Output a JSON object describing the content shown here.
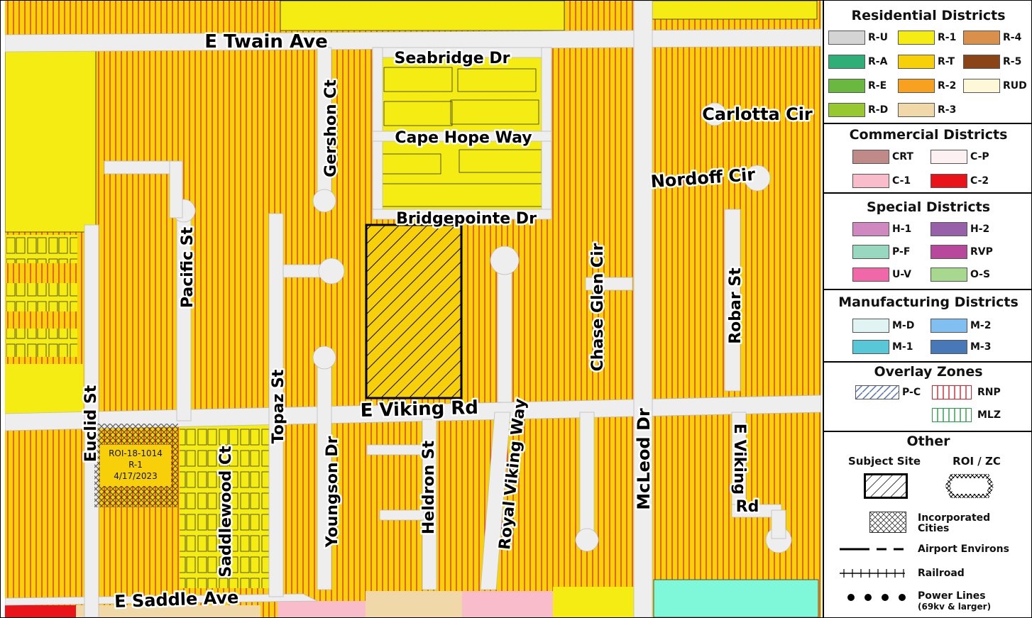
{
  "colors": {
    "rt": "#f8d00a",
    "r1": "#f4ec12",
    "rnp_line": "#d8202a",
    "road": "#eeeeee",
    "road_edge": "#bdbdbd",
    "c1": "#f8bccb",
    "r3": "#f0d8a8",
    "c2": "#e8141a",
    "om": "#7ef8d8"
  },
  "roads": {
    "e_twain": "E Twain Ave",
    "seabridge": "Seabridge Dr",
    "cape_hope": "Cape Hope Way",
    "bridgepointe": "Bridgepointe Dr",
    "gershon": "Gershon Ct",
    "pacific": "Pacific St",
    "euclid": "Euclid St",
    "topaz": "Topaz St",
    "saddlewood": "Saddlewood Ct",
    "youngson": "Youngson Dr",
    "heldron": "Heldron St",
    "royal_viking": "Royal Viking Way",
    "e_viking": "E Viking Rd",
    "chase_glen": "Chase Glen Cir",
    "mcleod": "McLeod Dr",
    "robar": "Robar St",
    "e_viking_east_1": "E Viking",
    "e_viking_east_2": "Rd",
    "carlotta": "Carlotta Cir",
    "nordoff": "Nordoff Cir",
    "e_saddle": "E Saddle Ave"
  },
  "roi": {
    "line1": "ROI-18-1014",
    "line2": "R-1",
    "line3": "4/17/2023"
  },
  "legend": {
    "residential": {
      "title": "Residential Districts",
      "items": [
        {
          "code": "R-U",
          "color": "#d4d4d4"
        },
        {
          "code": "R-1",
          "color": "#f4ec12"
        },
        {
          "code": "R-4",
          "color": "#d8904a"
        },
        {
          "code": "R-A",
          "color": "#2fae78"
        },
        {
          "code": "R-T",
          "color": "#f8d00a"
        },
        {
          "code": "R-5",
          "color": "#8a4418"
        },
        {
          "code": "R-E",
          "color": "#6ab840"
        },
        {
          "code": "R-2",
          "color": "#f8a020"
        },
        {
          "code": "RUD",
          "color": "#fff8d8"
        },
        {
          "code": "R-D",
          "color": "#98c830"
        },
        {
          "code": "R-3",
          "color": "#f0d8a8"
        }
      ]
    },
    "commercial": {
      "title": "Commercial Districts",
      "items": [
        {
          "code": "CRT",
          "color": "#c08a88"
        },
        {
          "code": "C-P",
          "color": "#fdf0f3"
        },
        {
          "code": "C-1",
          "color": "#f8bccb"
        },
        {
          "code": "C-2",
          "color": "#e8141a"
        }
      ]
    },
    "special": {
      "title": "Special Districts",
      "items": [
        {
          "code": "H-1",
          "color": "#d088c0"
        },
        {
          "code": "H-2",
          "color": "#9860a8"
        },
        {
          "code": "P-F",
          "color": "#98d8c0"
        },
        {
          "code": "RVP",
          "color": "#b8489c"
        },
        {
          "code": "U-V",
          "color": "#f068a8"
        },
        {
          "code": "O-S",
          "color": "#a8d890"
        }
      ]
    },
    "manufacturing": {
      "title": "Manufacturing Districts",
      "items": [
        {
          "code": "M-D",
          "color": "#e0f4f4"
        },
        {
          "code": "M-2",
          "color": "#80c0f0"
        },
        {
          "code": "M-1",
          "color": "#58c8d8"
        },
        {
          "code": "M-3",
          "color": "#4878b8"
        }
      ]
    },
    "overlay": {
      "title": "Overlay Zones",
      "items": [
        {
          "code": "P-C",
          "color": "#5070c0"
        },
        {
          "code": "RNP",
          "color": "#d8202a"
        },
        {
          "code": "MLZ",
          "color": "#20a040"
        }
      ]
    },
    "other": {
      "title": "Other",
      "subject_site": "Subject Site",
      "roi_zc": "ROI / ZC",
      "incorporated_1": "Incorporated",
      "incorporated_2": "Cities",
      "airport": "Airport Environs",
      "railroad": "Railroad",
      "power_lines": "Power Lines",
      "power_lines_sub": "(69kv & larger)"
    }
  }
}
